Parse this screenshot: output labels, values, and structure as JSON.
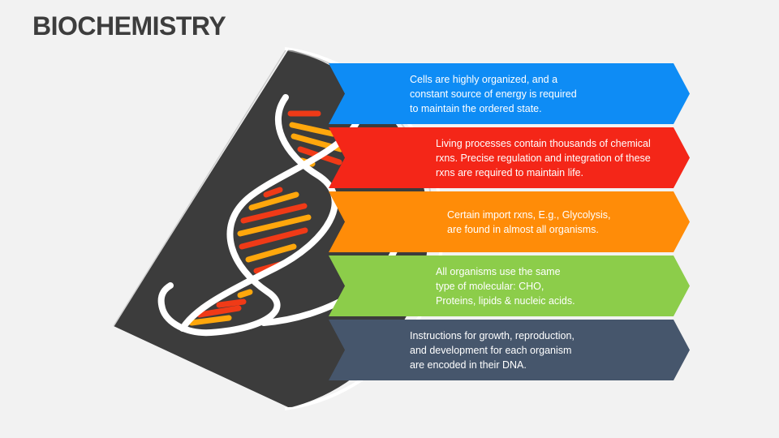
{
  "title": "BIOCHEMISTRY",
  "colors": {
    "circle": "#3c3c3c",
    "dna_strand": "#ffffff",
    "rung_orange": "#ffa70c",
    "rung_red": "#f03a17"
  },
  "icon": "dna-helix-icon",
  "items": [
    {
      "text": "Cells are highly organized, and a\nconstant source of energy is required\nto maintain the ordered state.",
      "color": "#0e8cf5"
    },
    {
      "text": "Living processes contain thousands of chemical\nrxns. Precise regulation and integration of these\nrxns are required to maintain life.",
      "color": "#f42618"
    },
    {
      "text": "Certain import rxns, E.g., Glycolysis,\nare found in almost all organisms.",
      "color": "#ff8c08"
    },
    {
      "text": "All organisms use the same\ntype of molecular: CHO,\nProteins, lipids & nucleic acids.",
      "color": "#8ccd4a"
    },
    {
      "text": "Instructions for growth, reproduction,\nand development for each organism\nare encoded in their DNA.",
      "color": "#46566c"
    }
  ]
}
